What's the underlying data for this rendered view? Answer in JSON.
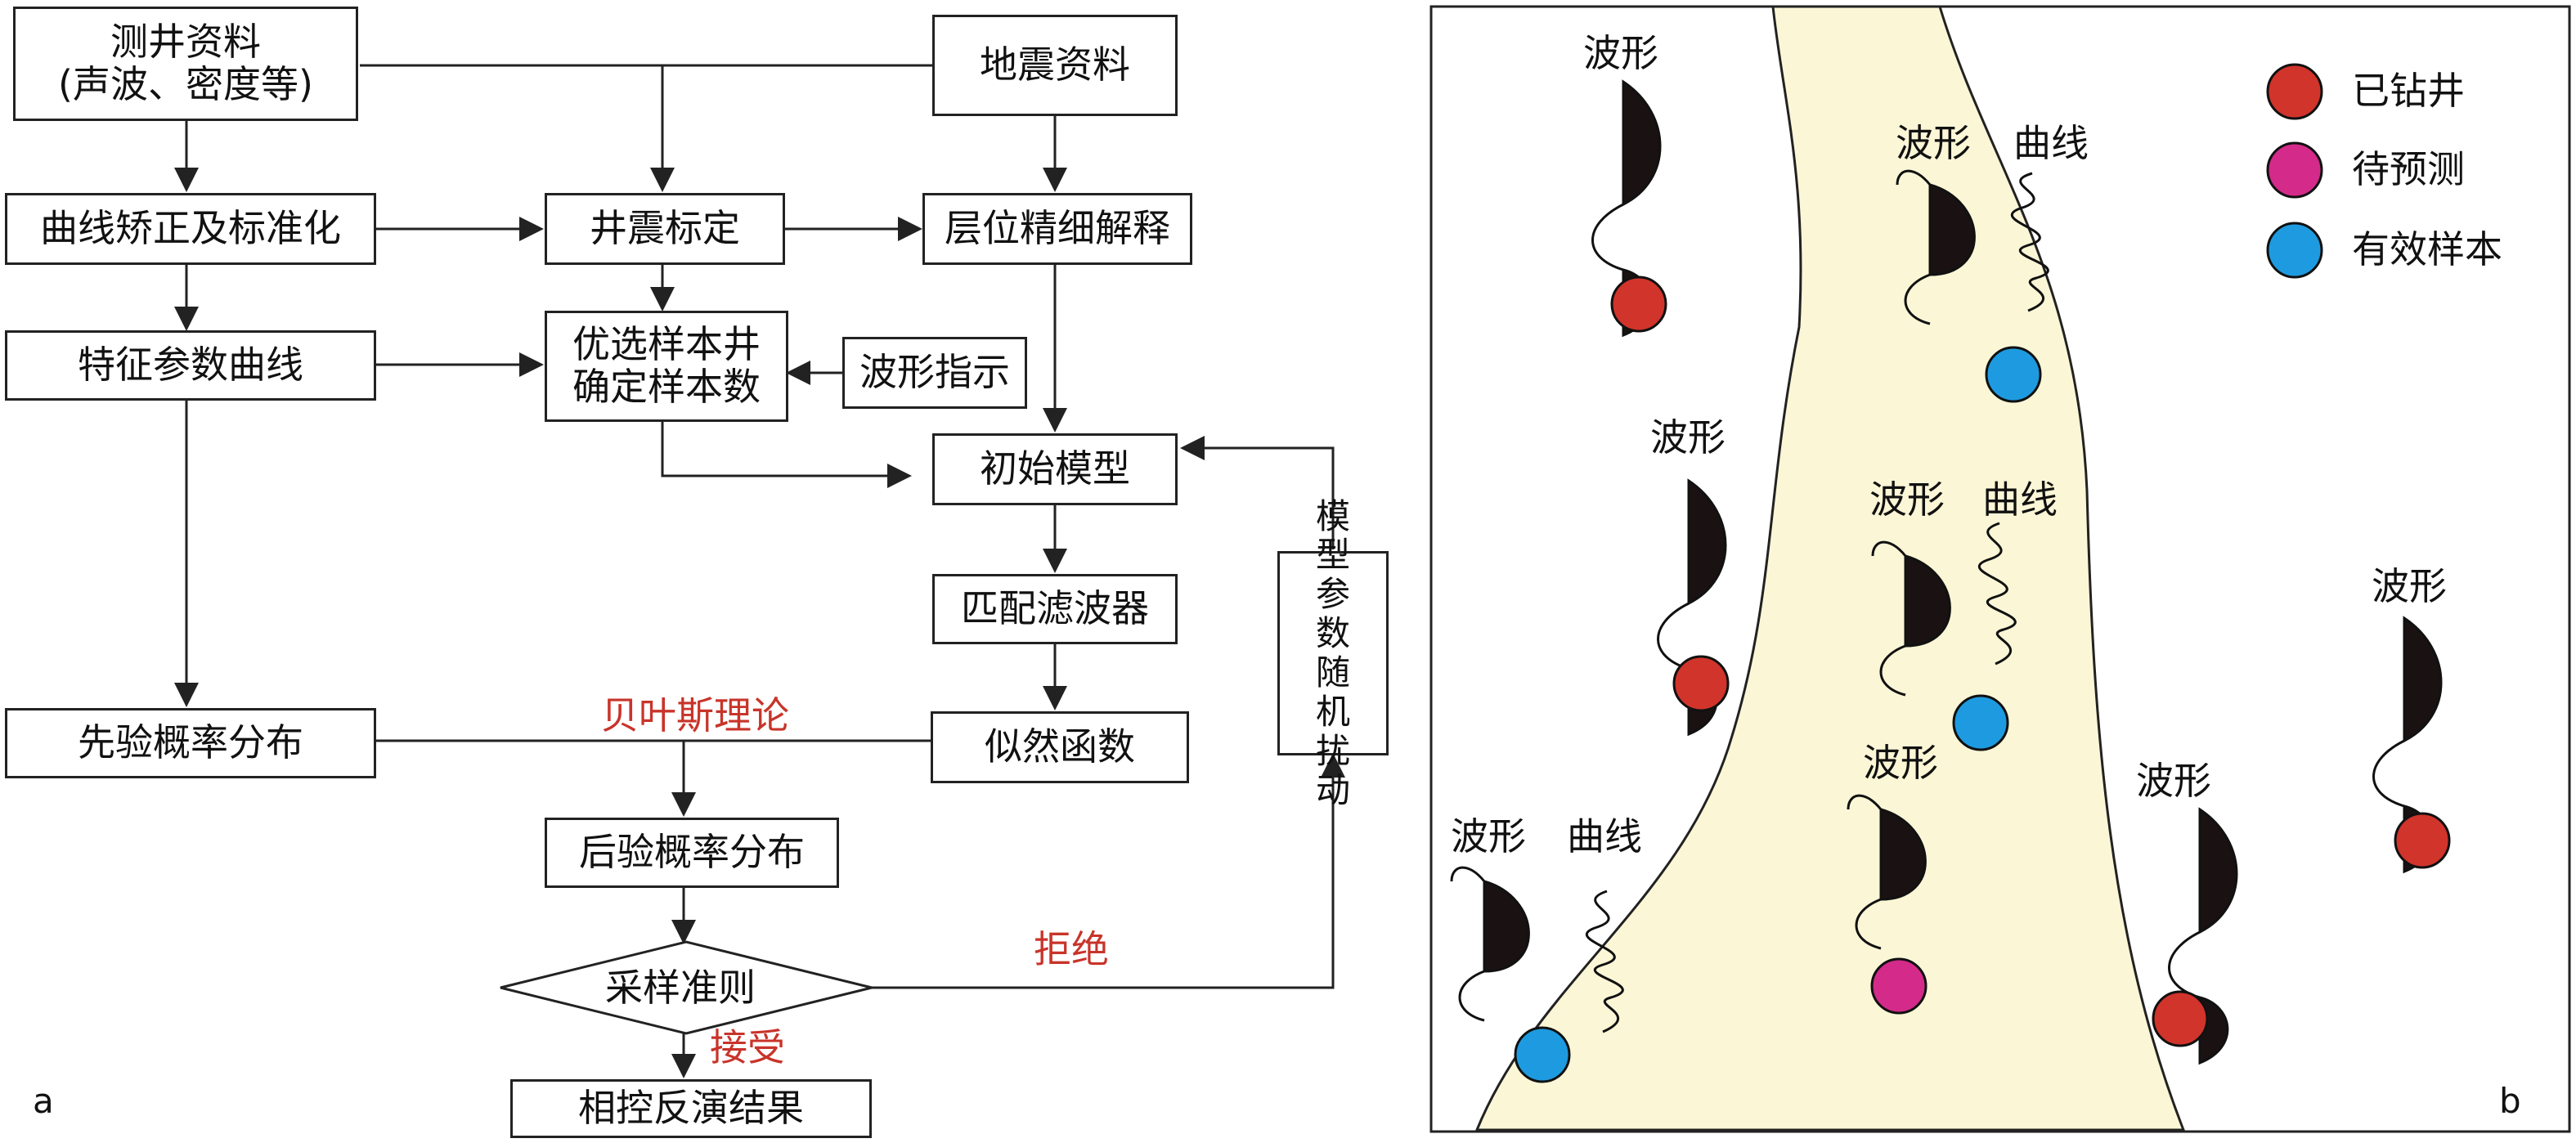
{
  "panel_a": {
    "letter": "a",
    "boxes": {
      "well_data": "测井资料\n(声波、密度等)",
      "seismic_data": "地震资料",
      "curve_correction": "曲线矫正及标准化",
      "well_tie": "井震标定",
      "horizon_interp": "层位精细解释",
      "feature_curve": "特征参数曲线",
      "sample_select": "优选样本井\n确定样本数",
      "waveform_indicator": "波形指示",
      "initial_model": "初始模型",
      "matched_filter": "匹配滤波器",
      "model_perturb": "模\n型\n参\n数\n随\n机\n扰\n动",
      "prior": "先验概率分布",
      "likelihood": "似然函数",
      "posterior": "后验概率分布",
      "sampling_rule": "采样准则",
      "result": "相控反演结果"
    },
    "labels": {
      "bayes": "贝叶斯理论",
      "reject": "拒绝",
      "accept": "接受"
    },
    "colors": {
      "label_red": "#c8342a",
      "line": "#222222"
    }
  },
  "panel_b": {
    "letter": "b",
    "legend": [
      {
        "label": "已钻井",
        "color": "#d1342b"
      },
      {
        "label": "待预测",
        "color": "#d42a8a"
      },
      {
        "label": "有效样本",
        "color": "#1e9be0"
      }
    ],
    "labels": {
      "waveform": "波形",
      "curve": "曲线"
    },
    "channel_color": "#fbf6d6"
  }
}
